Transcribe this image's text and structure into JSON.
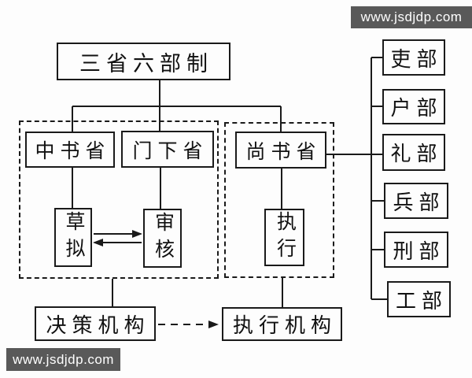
{
  "watermark": {
    "text": "www.jsdjdp.com",
    "bg_color": "#595959",
    "text_color": "#ffffff"
  },
  "diagram": {
    "title": "三省六部制",
    "departments": {
      "zhongshu": "中书省",
      "menxia": "门下省",
      "shangshu": "尚书省"
    },
    "functions": {
      "draft": "草拟",
      "review": "审核",
      "execute": "执行"
    },
    "organs": {
      "decision": "决策机构",
      "executive": "执行机构"
    },
    "ministries": [
      "吏部",
      "户部",
      "礼部",
      "兵部",
      "刑部",
      "工部"
    ],
    "colors": {
      "line": "#1a1a1a",
      "box_bg": "#fdfdfd"
    }
  }
}
